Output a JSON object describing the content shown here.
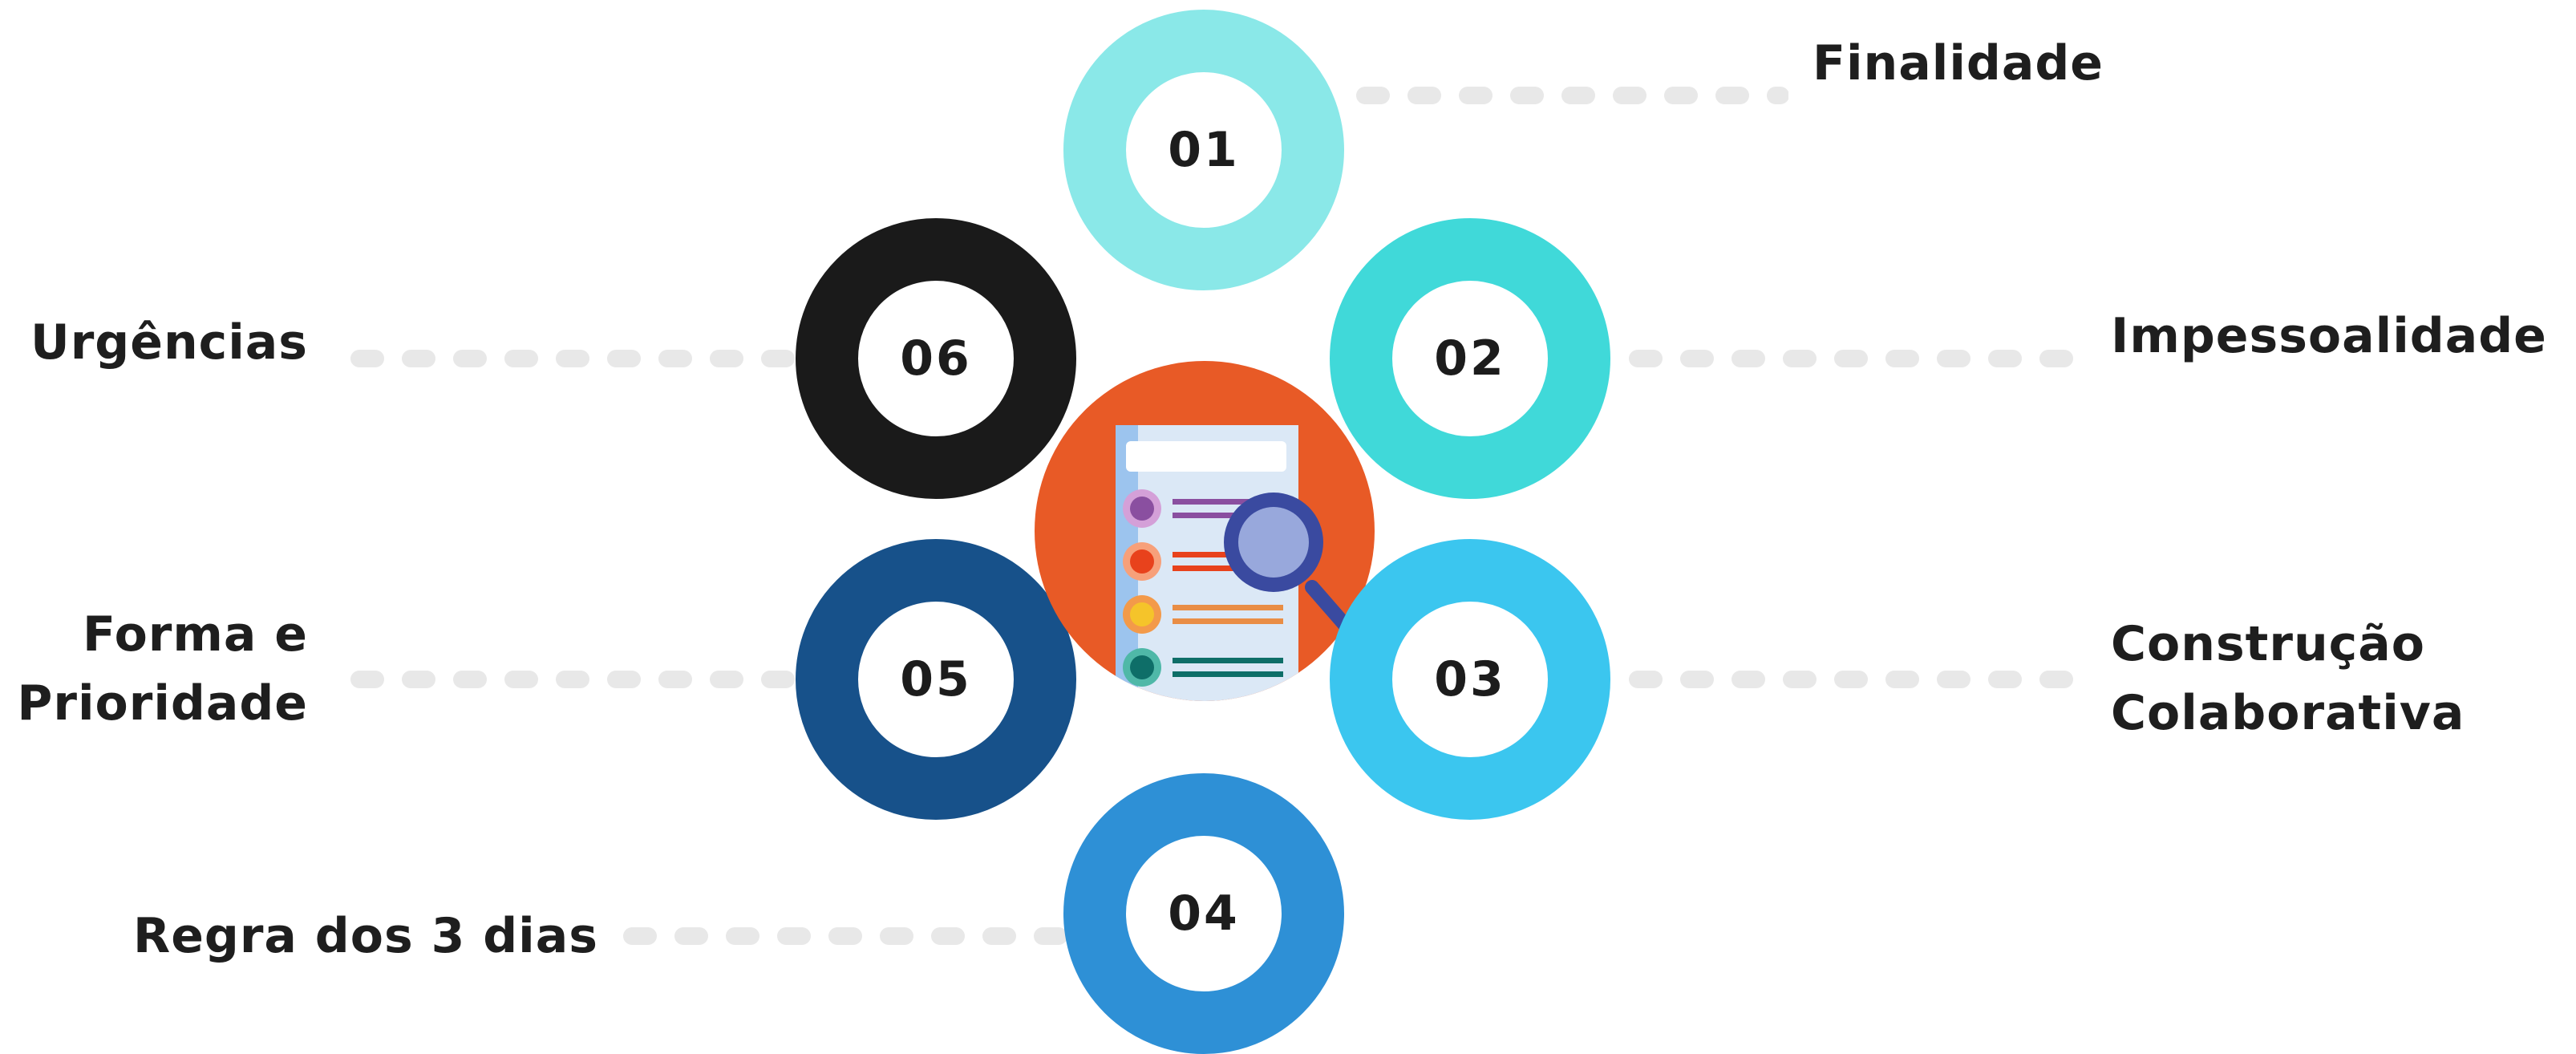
{
  "steps": [
    {
      "number": "01",
      "label": "Finalidade",
      "color": "#8ae8e8"
    },
    {
      "number": "02",
      "label": "Impessoalidade",
      "color": "#40d9d9"
    },
    {
      "number": "03",
      "label": "Construção Colaborativa",
      "label_lines": [
        "Construção",
        "Colaborativa"
      ],
      "color": "#3bc6ef"
    },
    {
      "number": "04",
      "label": "Regra dos 3 dias",
      "color": "#2e90d6"
    },
    {
      "number": "05",
      "label": "Forma e Prioridade",
      "label_lines": [
        "Forma e",
        "Prioridade"
      ],
      "color": "#17518a"
    },
    {
      "number": "06",
      "label": "Urgências",
      "color": "#1a1a1a"
    }
  ],
  "colors": {
    "center_circle": "#e85a26",
    "dots": "#e8e8e8",
    "text": "#1e1e1e"
  },
  "icons": {
    "center": "document-checklist-with-magnifier-icon"
  }
}
